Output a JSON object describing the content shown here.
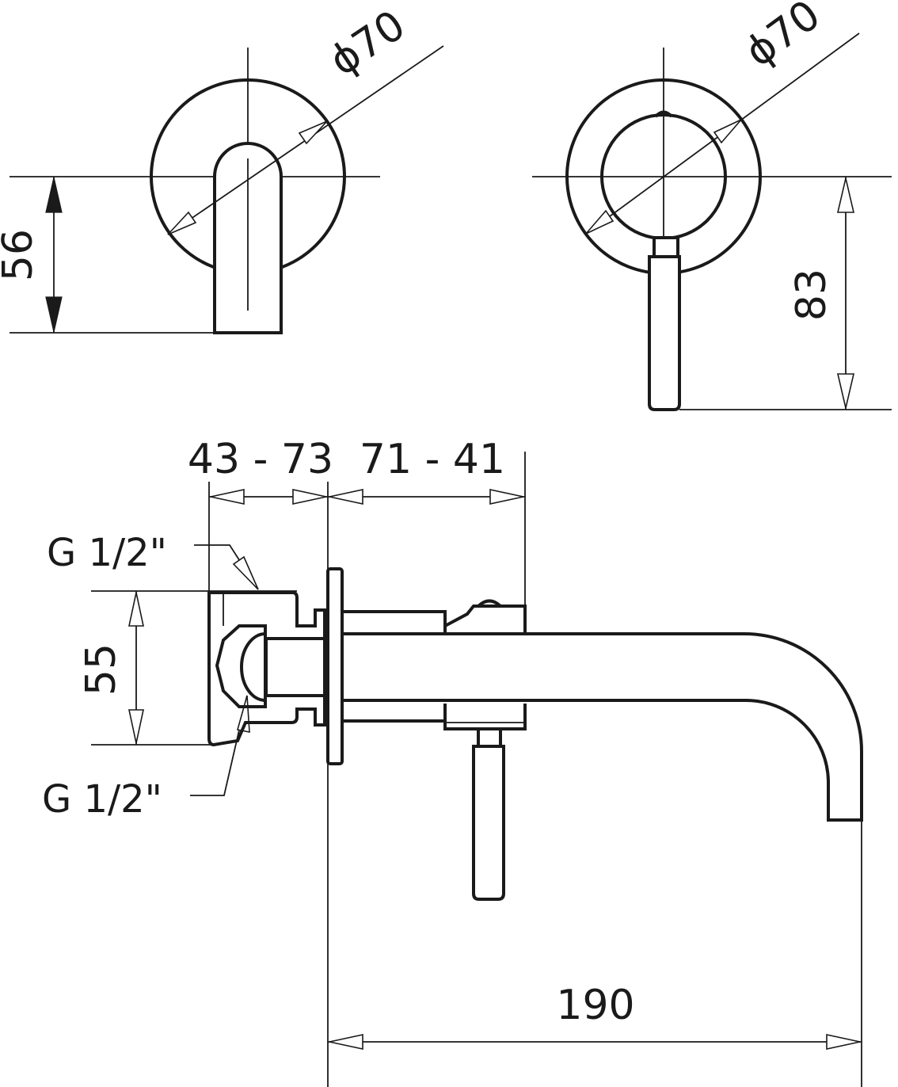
{
  "views": {
    "top_left": {
      "diameter_label": "ϕ70",
      "height_label": "56"
    },
    "top_right": {
      "diameter_label": "ϕ70",
      "height_label": "83"
    },
    "side": {
      "depth_range_1": "43 - 73",
      "depth_range_2": "71 - 41",
      "inlet_top_label": "G 1/2\"",
      "inlet_bottom_label": "G 1/2\"",
      "body_height_label": "55",
      "spout_length_label": "190"
    }
  }
}
